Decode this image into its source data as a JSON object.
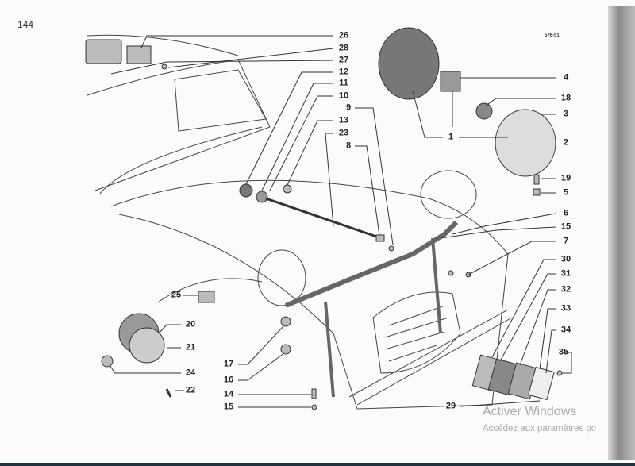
{
  "page_number": "144",
  "figure_ref": "576-51",
  "callouts": [
    "26",
    "28",
    "27",
    "12",
    "11",
    "10",
    "9",
    "13",
    "23",
    "8",
    "4",
    "18",
    "3",
    "1",
    "2",
    "19",
    "5",
    "6",
    "15",
    "7",
    "30",
    "31",
    "32",
    "33",
    "34",
    "35",
    "29",
    "25",
    "20",
    "21",
    "24",
    "22",
    "17",
    "16",
    "14",
    "15"
  ],
  "watermark": {
    "title": "Activer Windows",
    "subtitle": "Accédez aux paramètres po"
  }
}
